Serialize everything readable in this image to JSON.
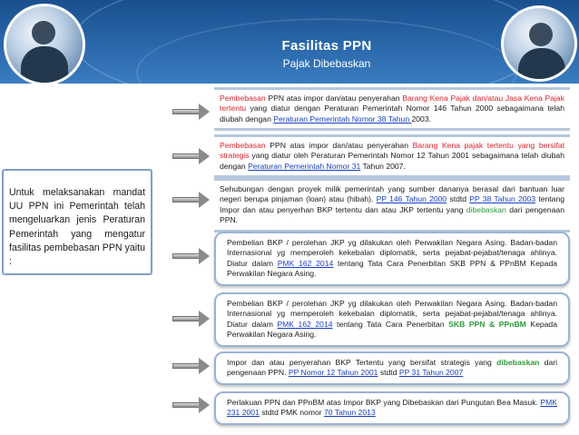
{
  "header": {
    "title": "Fasilitas  PPN",
    "subtitle": "Pajak Dibebaskan"
  },
  "intro": {
    "text": "Untuk melaksanakan mandat UU PPN ini Pemerintah telah mengeluarkan jenis Peraturan Pemerintah yang mengatur fasilitas pembebasan PPN yaitu :"
  },
  "boxes": [
    {
      "p1": "Pembebasan",
      "p2": "  PPN  atas  impor  dan/atau  penyerahan  ",
      "p3": "Barang  Kena  Pajak  dan/atau  Jasa Kena  Pajak tertentu",
      "p4": "  yang  diatur  dengan  Peraturan  Pemerintah  Nomor  146  Tahun  2000 sebagaimana telah diubah dengan ",
      "p5": "Peraturan Pemerintah Nomor 38 Tahun ",
      "p6": "2003."
    },
    {
      "p1": "Pembebasan",
      "p2": "  PPN atas impor dan/atau penyerahan ",
      "p3": "Barang Kena pajak tertentu yang bersifat  strategis",
      "p4": " yang diatur oleh Peraturan Pemerintah Nomor 12 Tahun 2001 sebagaimana telah diubah dengan ",
      "p5": "Peraturan Pemerintah Nomor 31",
      "p6": " Tahun 2007."
    },
    {
      "p1": "Sehubungan dengan proyek milik pemerintah yang sumber dananya berasal dari bantuan luar negeri berupa pinjaman (loan) atau (hibah). ",
      "p2": "PP 146 Tahun 2000",
      "p3": " stdtd  ",
      "p4": "PP 38 Tahun 2003",
      "p5": " tentang Impor dan atau penyerhan BKP tertentu dan atau JKP tertentu yang ",
      "p6": "dibebaskan",
      "p7": " dari pengenaan PPN."
    },
    {
      "p1": "Pembelian BKP / perolehan JKP yg dilakukan oleh Perwakilan Negara Asing. Badan-badan Internasional yg     memperoleh kekebalan diplomatik, serta pejabat-pejabat/tenaga ahlinya. Diatur dalam ",
      "p2": "PMK  162  2014",
      "p3": " tentang Tata Cara Penerbitan SKB PPN & PPnBM Kepada Perwakilan Negara Asing."
    },
    {
      "p1": "Pembelian BKP / perolehan JKP yg dilakukan oleh Perwakilan Negara Asing. Badan-badan Internasional yg     memperoleh kekebalan diplomatik, serta pejabat-pejabat/tenaga ahlinya. Diatur dalam ",
      "p2": "PMK  162  2014",
      "p3": " tentang Tata Cara Penerbitan ",
      "p4": "SKB  PPN  &  PPnBM",
      "p5": " Kepada Perwakilan Negara Asing."
    },
    {
      "p1": "Impor  dan  atau  penyerahan  BKP  Tertentu  yang  bersifat  strategis  yang  ",
      "p2": "dibebaskan",
      "p3": "  dari pengenaan PPN. ",
      "p4": "PP Nomor 12 Tahun 2001",
      "p5": " stdtd  ",
      "p6": "PP 31 Tahun 2007"
    },
    {
      "p1": "Perlakuan  PPN  dan  PPnBM  atas  Impor  BKP  yang  Dibebaskan  dari  Pungutan  Bea  Masuk. ",
      "p2": "PMK 231 2001",
      "p3": " stdtd PMK nomor ",
      "p4": "70 Tahun 2013"
    }
  ]
}
